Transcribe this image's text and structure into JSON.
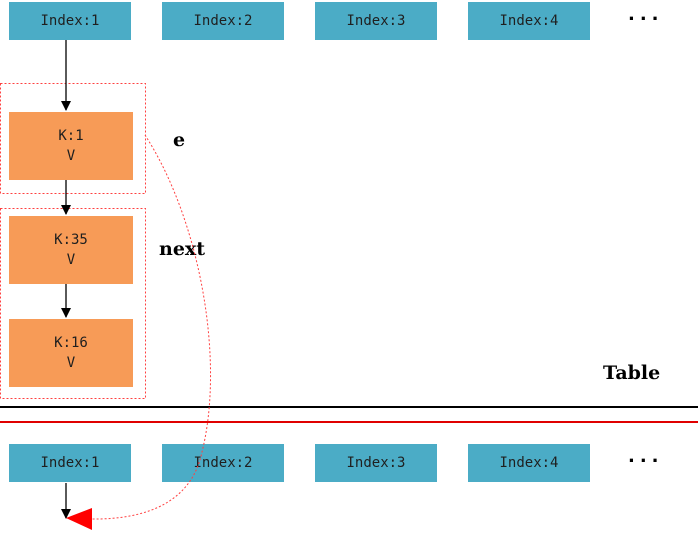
{
  "top_table": {
    "indices": [
      "Index:1",
      "Index:2",
      "Index:3",
      "Index:4"
    ],
    "ellipsis": "..."
  },
  "chain": {
    "nodes": [
      {
        "key": "K:1",
        "value": "V"
      },
      {
        "key": "K:35",
        "value": "V"
      },
      {
        "key": "K:16",
        "value": "V"
      }
    ],
    "e_label": "e",
    "next_label": "next"
  },
  "table_label": "Table",
  "bottom_table": {
    "indices": [
      "Index:1",
      "Index:2",
      "Index:3",
      "Index:4"
    ],
    "ellipsis": "..."
  },
  "colors": {
    "index_fill": "#4bacc6",
    "node_fill": "#f79b57",
    "separator_black": "#000000",
    "separator_red": "#e00000",
    "dotted_red": "#ff4040",
    "arrow_red": "#ff0000"
  }
}
